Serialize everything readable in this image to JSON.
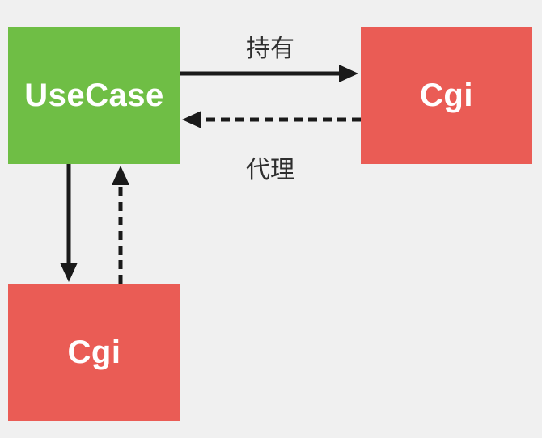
{
  "diagram": {
    "background_color": "#F0F0F0",
    "arrow_color": "#1A1A1A",
    "label_color": "#2E2E2E",
    "nodes": [
      {
        "id": "usecase",
        "label": "UseCase",
        "fill": "#6FBE45",
        "text_color": "#FFFFFF"
      },
      {
        "id": "cgi-right",
        "label": "Cgi",
        "fill": "#EA5C55",
        "text_color": "#FFFFFF"
      },
      {
        "id": "cgi-bottom",
        "label": "Cgi",
        "fill": "#EA5C55",
        "text_color": "#FFFFFF"
      }
    ],
    "edges": [
      {
        "from": "usecase",
        "to": "cgi-right",
        "style": "solid",
        "label": "持有"
      },
      {
        "from": "cgi-right",
        "to": "usecase",
        "style": "dashed",
        "label": "代理"
      },
      {
        "from": "usecase",
        "to": "cgi-bottom",
        "style": "solid"
      },
      {
        "from": "cgi-bottom",
        "to": "usecase",
        "style": "dashed"
      }
    ]
  }
}
